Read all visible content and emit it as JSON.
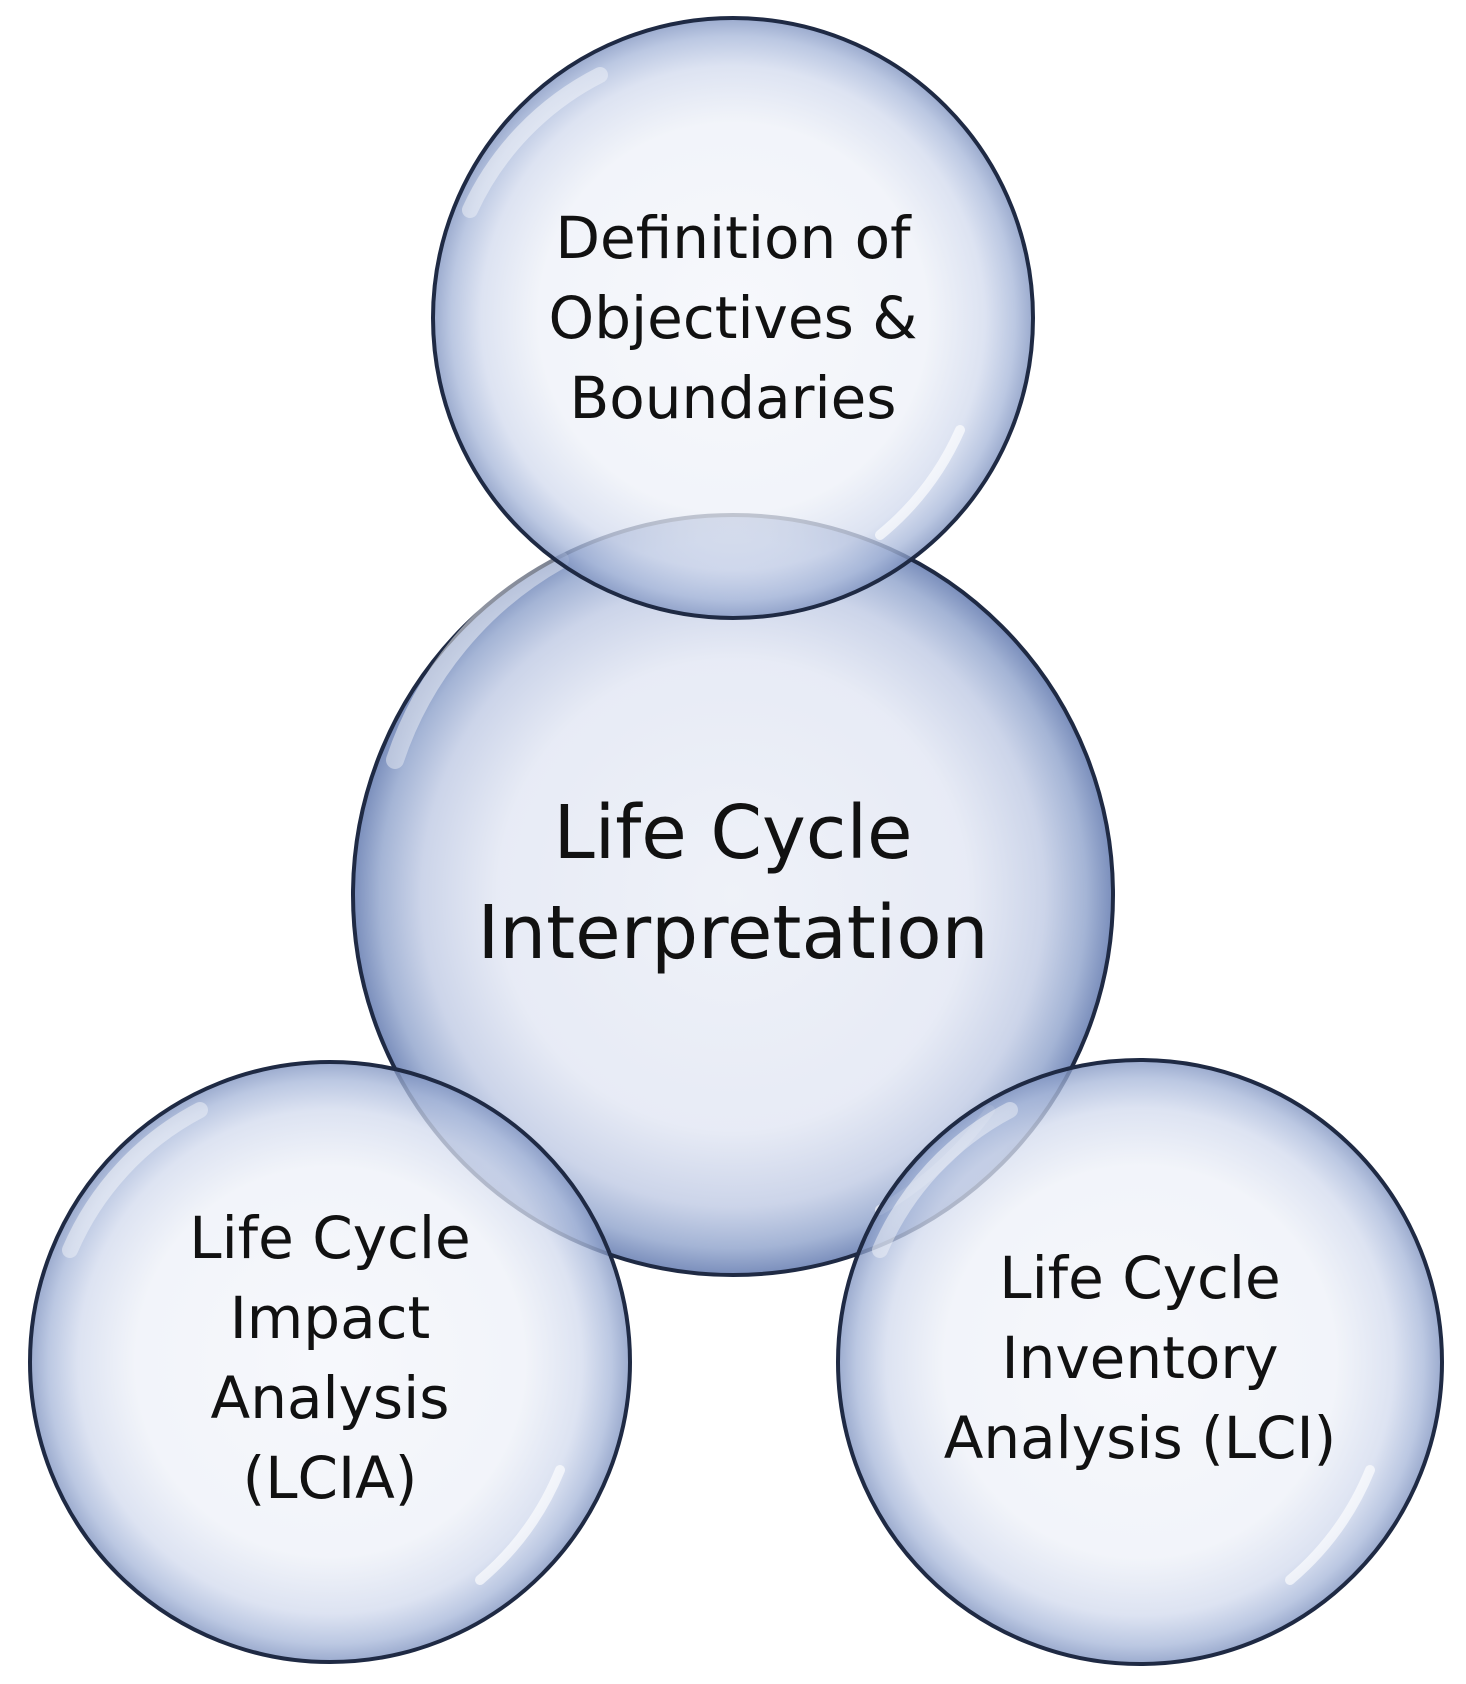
{
  "diagram": {
    "top_circle": {
      "lines": [
        "Definition of",
        "Objectives &",
        "Boundaries"
      ]
    },
    "center_circle": {
      "lines": [
        "Life Cycle",
        "Interpretation"
      ]
    },
    "bottom_left_circle": {
      "lines": [
        "Life Cycle",
        "Impact",
        "Analysis",
        "(LCIA)"
      ]
    },
    "bottom_right_circle": {
      "lines": [
        "Life Cycle",
        "Inventory",
        "Analysis (LCI)"
      ]
    }
  }
}
